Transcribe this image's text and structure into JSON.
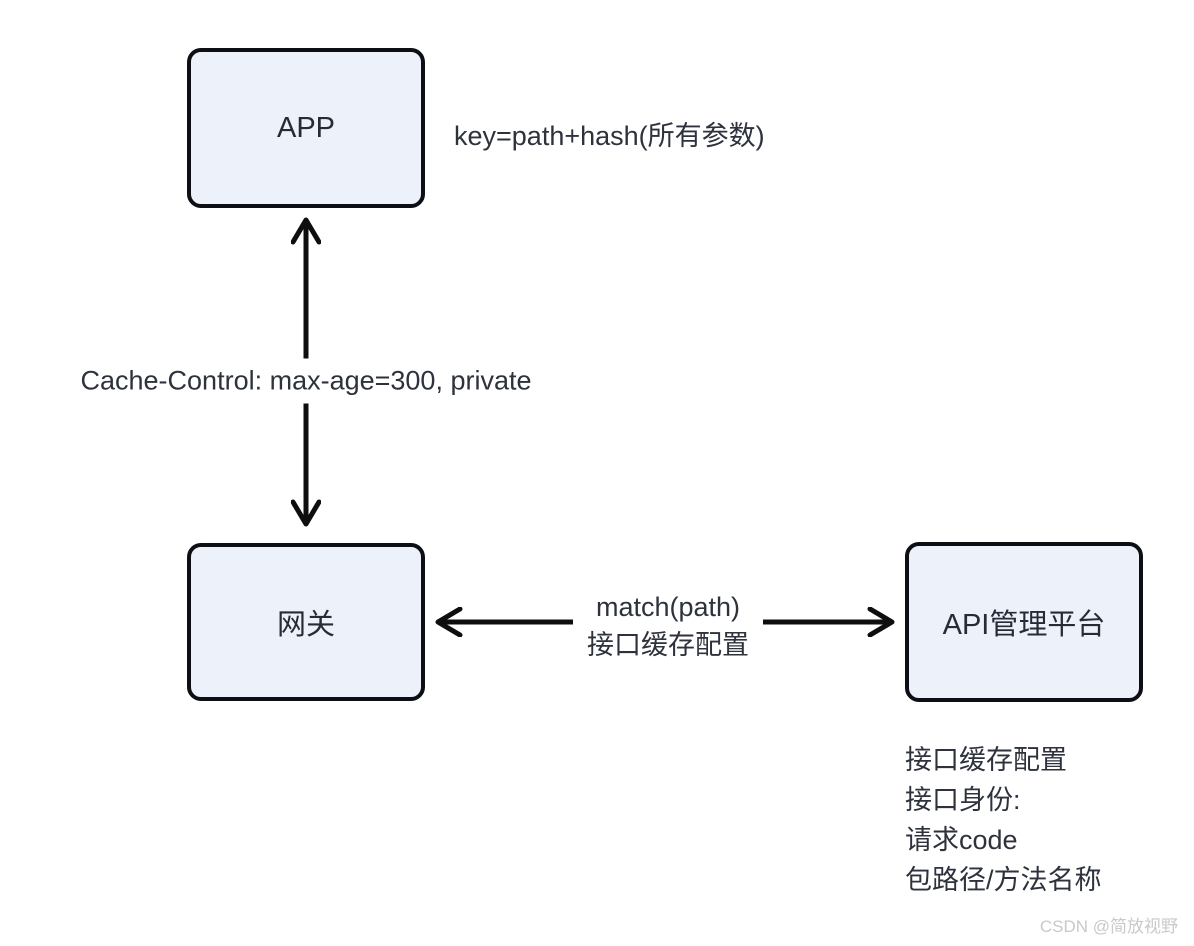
{
  "nodes": {
    "app": {
      "label": "APP"
    },
    "gateway": {
      "label": "网关"
    },
    "api_platform": {
      "label": "API管理平台"
    }
  },
  "edges": {
    "app_gateway": {
      "direction": "bidirectional",
      "label": "Cache-Control: max-age=300, private"
    },
    "gateway_api_platform": {
      "direction": "bidirectional",
      "label_line1": "match(path)",
      "label_line2": "接口缓存配置"
    }
  },
  "annotations": {
    "app_note": "key=path+hash(所有参数)",
    "api_platform_notes": [
      "接口缓存配置",
      "接口身份:",
      "请求code",
      "包路径/方法名称"
    ]
  },
  "watermark": "CSDN @简放视野",
  "colors": {
    "background": "#ffffff",
    "box_fill": "#edf1fa",
    "box_border": "#0d0f14",
    "arrow": "#0e0e0e",
    "node_text": "#262b36",
    "label_text": "#2d323c",
    "watermark": "#c9c9c9"
  }
}
